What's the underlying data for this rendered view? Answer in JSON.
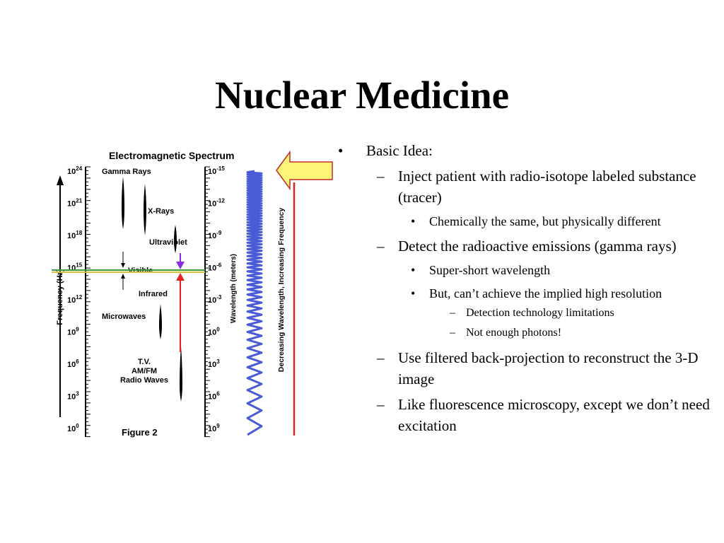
{
  "slide": {
    "title": "Nuclear Medicine"
  },
  "figure": {
    "heading": "Electromagnetic Spectrum",
    "caption": "Figure 2",
    "frequency_axis_label": "Frequency (Hz)",
    "wavelength_axis_label": "Wavelength (meters)",
    "wave_label": "Decreasing Wavelength, Increasing Frequency",
    "frequency_ticks": [
      {
        "base": "10",
        "exp": "24"
      },
      {
        "base": "10",
        "exp": "21"
      },
      {
        "base": "10",
        "exp": "18"
      },
      {
        "base": "10",
        "exp": "15"
      },
      {
        "base": "10",
        "exp": "12"
      },
      {
        "base": "10",
        "exp": "9"
      },
      {
        "base": "10",
        "exp": "6"
      },
      {
        "base": "10",
        "exp": "3"
      },
      {
        "base": "10",
        "exp": "0"
      }
    ],
    "wavelength_ticks": [
      {
        "base": "10",
        "exp": "-15"
      },
      {
        "base": "10",
        "exp": "-12"
      },
      {
        "base": "10",
        "exp": "-9"
      },
      {
        "base": "10",
        "exp": "-6"
      },
      {
        "base": "10",
        "exp": "-3"
      },
      {
        "base": "10",
        "exp": "0"
      },
      {
        "base": "10",
        "exp": "3"
      },
      {
        "base": "10",
        "exp": "6"
      },
      {
        "base": "10",
        "exp": "9"
      }
    ],
    "bands": {
      "gamma": "Gamma Rays",
      "xray": "X-Rays",
      "uv": "Ultraviolet",
      "visible": "Visible",
      "ir": "Infrared",
      "micro": "Microwaves",
      "tv1": "T.V.",
      "tv2": "AM/FM",
      "tv3": "Radio Waves"
    },
    "colors": {
      "wave": "#4a5bd6",
      "arrow_fill": "#fdf47a",
      "red_line": "#e8211f",
      "uv_arrow": "#8a2be2",
      "ir_arrow": "#e8211f",
      "visible_band_top": "#3c9c3c",
      "visible_band_bottom": "#d4c23a"
    }
  },
  "bullets": {
    "b1": "Basic Idea:",
    "b1_1": "Inject patient with radio-isotope labeled substance (tracer)",
    "b1_1_1": "Chemically the same, but physically different",
    "b1_2": "Detect the radioactive emissions (gamma rays)",
    "b1_2_1": "Super-short wavelength",
    "b1_2_2": "But, can’t achieve the implied high resolution",
    "b1_2_2_1": "Detection technology limitations",
    "b1_2_2_2": "Not enough photons!",
    "b1_3": "Use filtered back-projection to reconstruct the 3-D image",
    "b1_4": "Like fluorescence microscopy, except we don’t need excitation"
  },
  "markers": {
    "bullet": "•",
    "dash": "–"
  }
}
